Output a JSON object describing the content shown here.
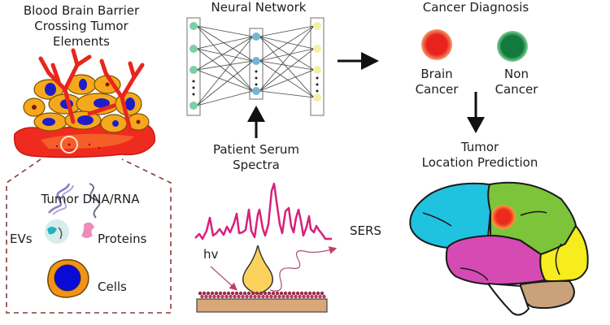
{
  "left_panel": {
    "title_lines": [
      "Blood Brain Barrier",
      "Crossing Tumor",
      "Elements"
    ],
    "inset": {
      "title": "Tumor DNA/RNA",
      "evs_label": "EVs",
      "proteins_label": "Proteins",
      "cells_label": "Cells"
    }
  },
  "center_panel": {
    "network_title": "Neural Network",
    "spectra_title_lines": [
      "Patient Serum",
      "Spectra"
    ],
    "sers_label": "SERS",
    "photon_label": "hv",
    "layers": [
      {
        "name": "input",
        "visible_nodes": 4,
        "color": "#7fcfa6"
      },
      {
        "name": "hidden",
        "visible_nodes": 3,
        "color": "#6fb7d8"
      },
      {
        "name": "output",
        "visible_nodes": 4,
        "color": "#f3f0a6"
      }
    ]
  },
  "right_panel": {
    "diagnosis_title": "Cancer Diagnosis",
    "brain_cancer_label_lines": [
      "Brain",
      "Cancer"
    ],
    "non_cancer_label_lines": [
      "Non",
      "Cancer"
    ],
    "brain_cancer_color": "#e8221e",
    "non_cancer_color": "#127a3a",
    "prediction_title_lines": [
      "Tumor",
      "Location Prediction"
    ],
    "brain_lobes": [
      {
        "name": "frontal",
        "color": "#1fc3e0"
      },
      {
        "name": "parietal",
        "color": "#7cc43a"
      },
      {
        "name": "temporal",
        "color": "#d64bb3"
      },
      {
        "name": "occipital",
        "color": "#f6ec1e"
      },
      {
        "name": "cerebellum",
        "color": "#c9a27c"
      }
    ],
    "tumor_color": "#ee2a1c"
  }
}
